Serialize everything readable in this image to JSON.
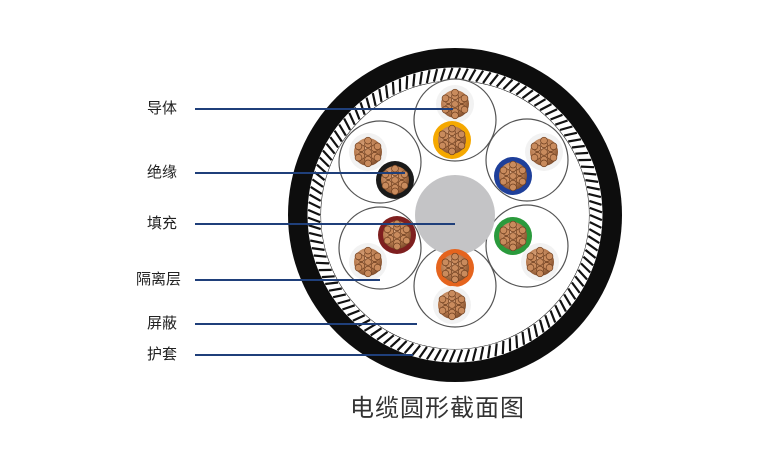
{
  "labels": {
    "conductor": "导体",
    "insulation": "绝缘",
    "filler": "填充",
    "separator": "隔离层",
    "shield": "屏蔽",
    "jacket": "护套"
  },
  "caption": "电缆圆形截面图",
  "colors": {
    "leader": "#1f3f7a",
    "jacket": "#0d0d0d",
    "filler": "#c4c4c6",
    "copper": "#b77a4e",
    "insulation_colors": [
      "#f2f2f2",
      "#f5a800",
      "#1e3f9a",
      "#2a9a3c",
      "#e5641e",
      "#7e1f1f",
      "#1a1a1a"
    ]
  }
}
